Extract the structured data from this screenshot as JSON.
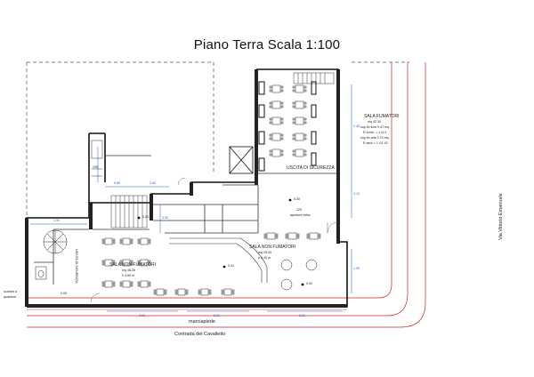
{
  "title": "Piano Terra Scala 1:100",
  "rooms": {
    "sala_fumatori": {
      "name": "SALA FUMATORI",
      "area": "mq 42.30",
      "lines": [
        "sup.fin luce 9.47 mq",
        "R.Il.min. = 1 /4.4",
        "sup.fin aria 3.70 mq",
        "R.aero = 1 /11.43"
      ]
    },
    "uscita_top": "USCITA DI SICUREZZA",
    "sala_nf_right": {
      "name": "SALA NON FUMATORI",
      "area": "mq 25.09",
      "height": "h 4.40 m"
    },
    "sala_nf_left": {
      "name": "SALA NON FUMATORI",
      "area": "mq 46.26",
      "height": "h 4.80 m"
    },
    "uscita_left": "USCITA DI SICUREZZA",
    "apertura": {
      "value": "120",
      "label": "aperture netta"
    },
    "room_105": "105"
  },
  "dimensions": {
    "d1": "1.90",
    "d2": "0.80",
    "d3": "2.60",
    "d4": "2.35",
    "d5": "3.12",
    "d6": "3.23",
    "d7": "3.21",
    "d8": "3.21",
    "d9": "1.90",
    "d10": "3.90"
  },
  "elevations": {
    "e1": "0.00",
    "e2": "0.24",
    "e3": "0.41",
    "e4": "0.00",
    "e5": "0.00"
  },
  "streets": {
    "right": "Via Vittorio Emanuele",
    "bottom": "Contrada del Cavalletto",
    "sidewalk": "marciapiede"
  },
  "notes": {
    "scarichi": "scarichi a",
    "quartiere": "quartiere"
  },
  "colors": {
    "walls": "#111111",
    "dims": "#1f5fd6",
    "street": "#c22222"
  }
}
